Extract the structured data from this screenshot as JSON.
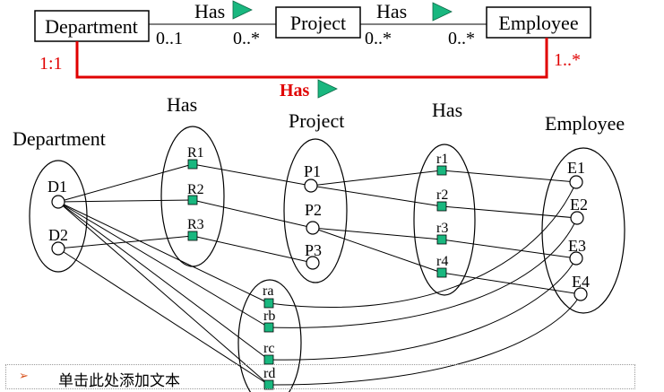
{
  "er_model": {
    "department": "Department",
    "project": "Project",
    "employee": "Employee",
    "has_left": "Has",
    "has_right": "Has",
    "has_bottom": "Has",
    "card_dept_has": "0..1",
    "card_has_project": "0..*",
    "card_project_has": "0..*",
    "card_has_employee": "0..*",
    "card_dept_bottom": "1:1",
    "card_emp_bottom": "1..*"
  },
  "instance": {
    "department_label": "Department",
    "has1_label": "Has",
    "project_label": "Project",
    "has2_label": "Has",
    "employee_label": "Employee",
    "d1": "D1",
    "d2": "D2",
    "R1": "R1",
    "R2": "R2",
    "R3": "R3",
    "P1": "P1",
    "P2": "P2",
    "P3": "P3",
    "r1": "r1",
    "r2": "r2",
    "r3": "r3",
    "r4": "r4",
    "E1": "E1",
    "E2": "E2",
    "E3": "E3",
    "E4": "E4",
    "ra": "ra",
    "rb": "rb",
    "rc": "rc",
    "rd": "rd"
  },
  "placeholder": {
    "bullet": "➢",
    "text": "单击此处添加文本"
  },
  "colors": {
    "accent_red": "#e00000",
    "marker_green": "#19b77f",
    "triangle": "#19b77f"
  }
}
